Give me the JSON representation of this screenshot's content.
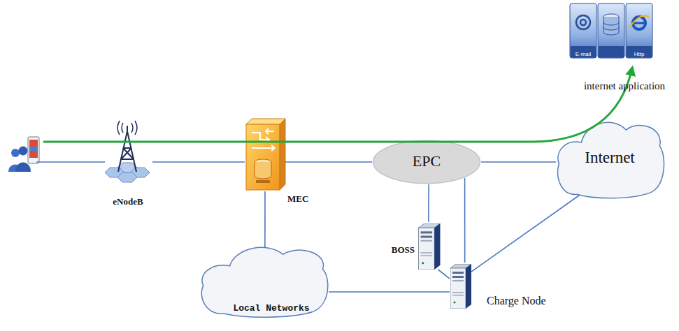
{
  "diagram": {
    "nodes": [
      {
        "text": [
          "eNodeB"
        ]
      },
      {
        "text": [
          "MEC"
        ]
      },
      {
        "text": [
          "EPC"
        ]
      },
      {
        "text": [
          "Internet"
        ]
      },
      {
        "text": [
          "internet application"
        ]
      },
      {
        "text": [
          "Local Networks"
        ]
      },
      {
        "text": [
          "BOSS"
        ]
      },
      {
        "text": [
          "Charge Node"
        ]
      }
    ],
    "edges": [
      {
        "from": 0,
        "to": 1,
        "arrow": "none"
      },
      {
        "from": 1,
        "to": 2,
        "arrow": "none"
      },
      {
        "from": 2,
        "to": 3,
        "arrow": "none"
      },
      {
        "from": 1,
        "to": 5,
        "arrow": "none"
      },
      {
        "from": 2,
        "to": 6,
        "arrow": "none"
      },
      {
        "from": 2,
        "to": 7,
        "arrow": "none"
      },
      {
        "from": 5,
        "to": 7,
        "arrow": "none"
      },
      {
        "from": 7,
        "to": 3,
        "arrow": "none"
      },
      {
        "from": 6,
        "to": 7,
        "arrow": "none"
      }
    ],
    "labels": [
      "E-mail",
      "Http"
    ]
  }
}
